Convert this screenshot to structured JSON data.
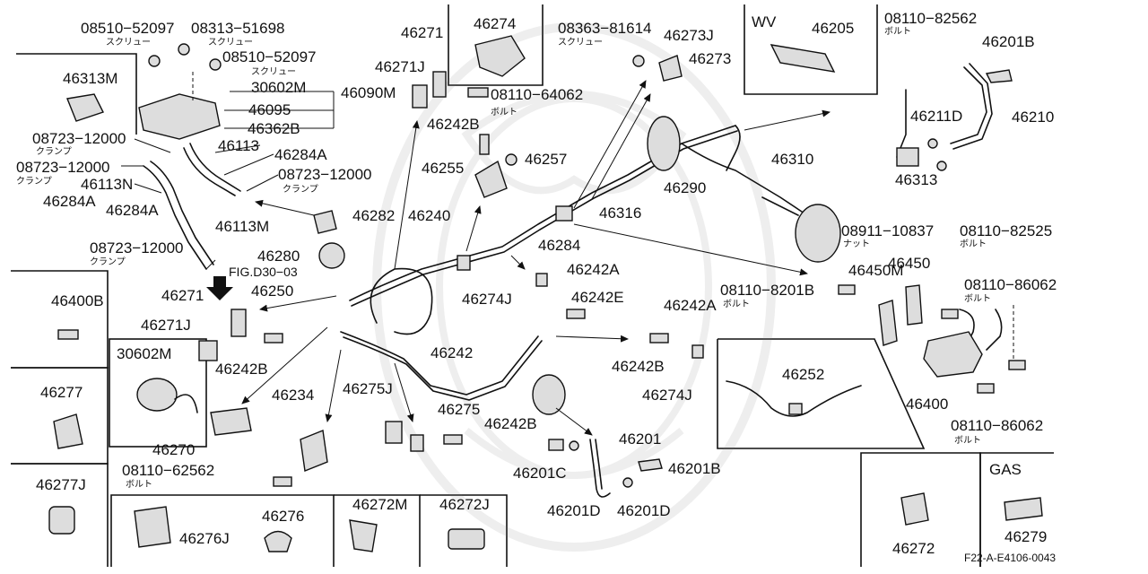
{
  "diagram": {
    "labels": {
      "p08510_52097_a": "08510−52097",
      "p08313_51698": "08313−51698",
      "jp_screw_a": "スクリュー",
      "jp_screw_b": "スクリュー",
      "p08510_52097_b": "08510−52097",
      "jp_screw_c": "スクリュー",
      "p46313M": "46313M",
      "p30602M_a": "30602M",
      "p46090M": "46090M",
      "p46095": "46095",
      "p46362B": "46362B",
      "p08723_12000_a": "08723−12000",
      "jp_clamp_a": "クランプ",
      "p46113": "46113",
      "p46284A_a": "46284A",
      "p08723_12000_b": "08723−12000",
      "jp_clamp_b": "クランプ",
      "p08723_12000_c": "08723−12000",
      "jp_clamp_c": "クランプ",
      "p46113N": "46113N",
      "p46284A_b": "46284A",
      "p46284A_c": "46284A",
      "p46113M": "46113M",
      "p08723_12000_d": "08723−12000",
      "jp_clamp_d": "クランプ",
      "p46271_a": "46271",
      "p46274": "46274",
      "p46271J_a": "46271J",
      "p46242B_a": "46242B",
      "p08110_64062": "08110−64062",
      "jp_bolt_a": "ボルト",
      "p08363_81614": "08363−81614",
      "jp_screw_d": "スクリュー",
      "p46273J": "46273J",
      "p46273": "46273",
      "p46255": "46255",
      "p46257": "46257",
      "wv": "WV",
      "p46205": "46205",
      "p08110_82562_a": "08110−82562",
      "jp_bolt_b": "ボルト",
      "p46201B_a": "46201B",
      "p46211D": "46211D",
      "p46210": "46210",
      "p46313": "46313",
      "p46290": "46290",
      "p46316": "46316",
      "p46310": "46310",
      "p46282": "46282",
      "p46240": "46240",
      "p46284": "46284",
      "p08911_10837": "08911−10837",
      "jp_nut": "ナット",
      "p08110_82525": "08110−82525",
      "jp_bolt_c": "ボルト",
      "p46280": "46280",
      "fig_ref": "FIG.D30−03",
      "p46250": "46250",
      "p46274J_a": "46274J",
      "p46242A_a": "46242A",
      "p46242E": "46242E",
      "p46450M": "46450M",
      "p46450": "46450",
      "p08110_8201B": "08110−8201B",
      "jp_bolt_d": "ボルト",
      "p08110_86062_a": "08110−86062",
      "jp_bolt_e": "ボルト",
      "p46400B": "46400B",
      "p46271_b": "46271",
      "p46271J_b": "46271J",
      "p46242B_b": "46242B",
      "p30602M_b": "30602M",
      "p46242A_b": "46242A",
      "p46242": "46242",
      "p46242B_c": "46242B",
      "p46252": "46252",
      "p46274J_b": "46274J",
      "p46400": "46400",
      "p46277": "46277",
      "p46234": "46234",
      "p46275J": "46275J",
      "p46275": "46275",
      "p46242B_d": "46242B",
      "p46270": "46270",
      "p46201": "46201",
      "p08110_86062_b": "08110−86062",
      "jp_bolt_f": "ボルト",
      "p08110_62562": "08110−62562",
      "jp_bolt_g": "ボルト",
      "p46201C": "46201C",
      "p46201B_b": "46201B",
      "p46201D_a": "46201D",
      "p46201D_b": "46201D",
      "p46277J": "46277J",
      "p46276": "46276",
      "p46276J": "46276J",
      "p46272M": "46272M",
      "p46272J": "46272J",
      "gas": "GAS",
      "p46272": "46272",
      "p46279": "46279",
      "figure_code": "F22-A-E4106-0043"
    }
  }
}
